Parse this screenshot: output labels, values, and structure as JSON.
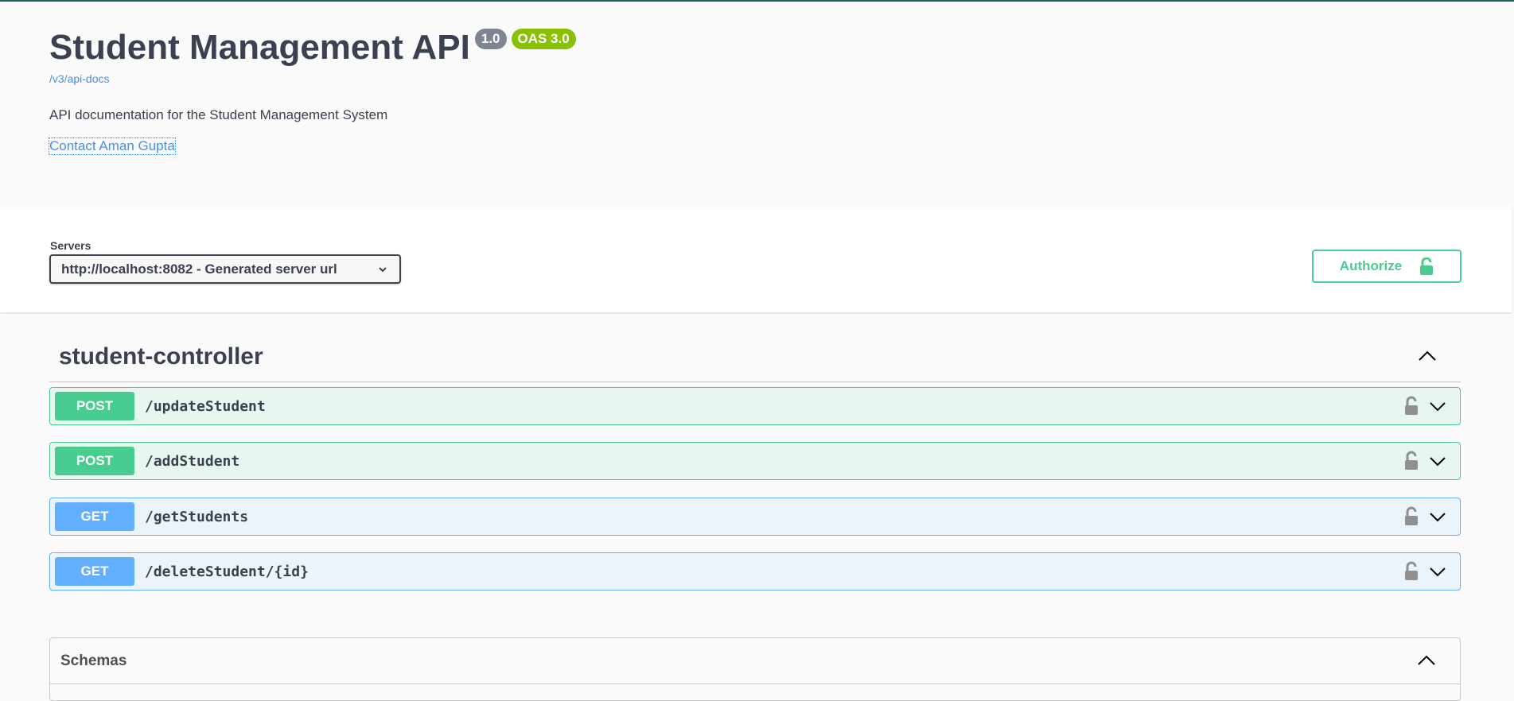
{
  "info": {
    "title": "Student Management API",
    "version_badge": "1.0",
    "oas_badge": "OAS 3.0",
    "spec_link": "/v3/api-docs",
    "description": "API documentation for the Student Management System",
    "contact_link": "Contact Aman Gupta"
  },
  "servers": {
    "label": "Servers",
    "selected": "http://localhost:8082 - Generated server url"
  },
  "authorize": {
    "label": "Authorize",
    "icon": "unlock-icon"
  },
  "controller": {
    "name": "student-controller",
    "operations": [
      {
        "method": "POST",
        "path": "/updateStudent"
      },
      {
        "method": "POST",
        "path": "/addStudent"
      },
      {
        "method": "GET",
        "path": "/getStudents"
      },
      {
        "method": "GET",
        "path": "/deleteStudent/{id}"
      }
    ]
  },
  "schemas": {
    "title": "Schemas"
  },
  "colors": {
    "post": "#49cc90",
    "get": "#61affe",
    "link": "#4990e2",
    "oas_badge": "#89bf04",
    "version_badge": "#7d8492"
  }
}
